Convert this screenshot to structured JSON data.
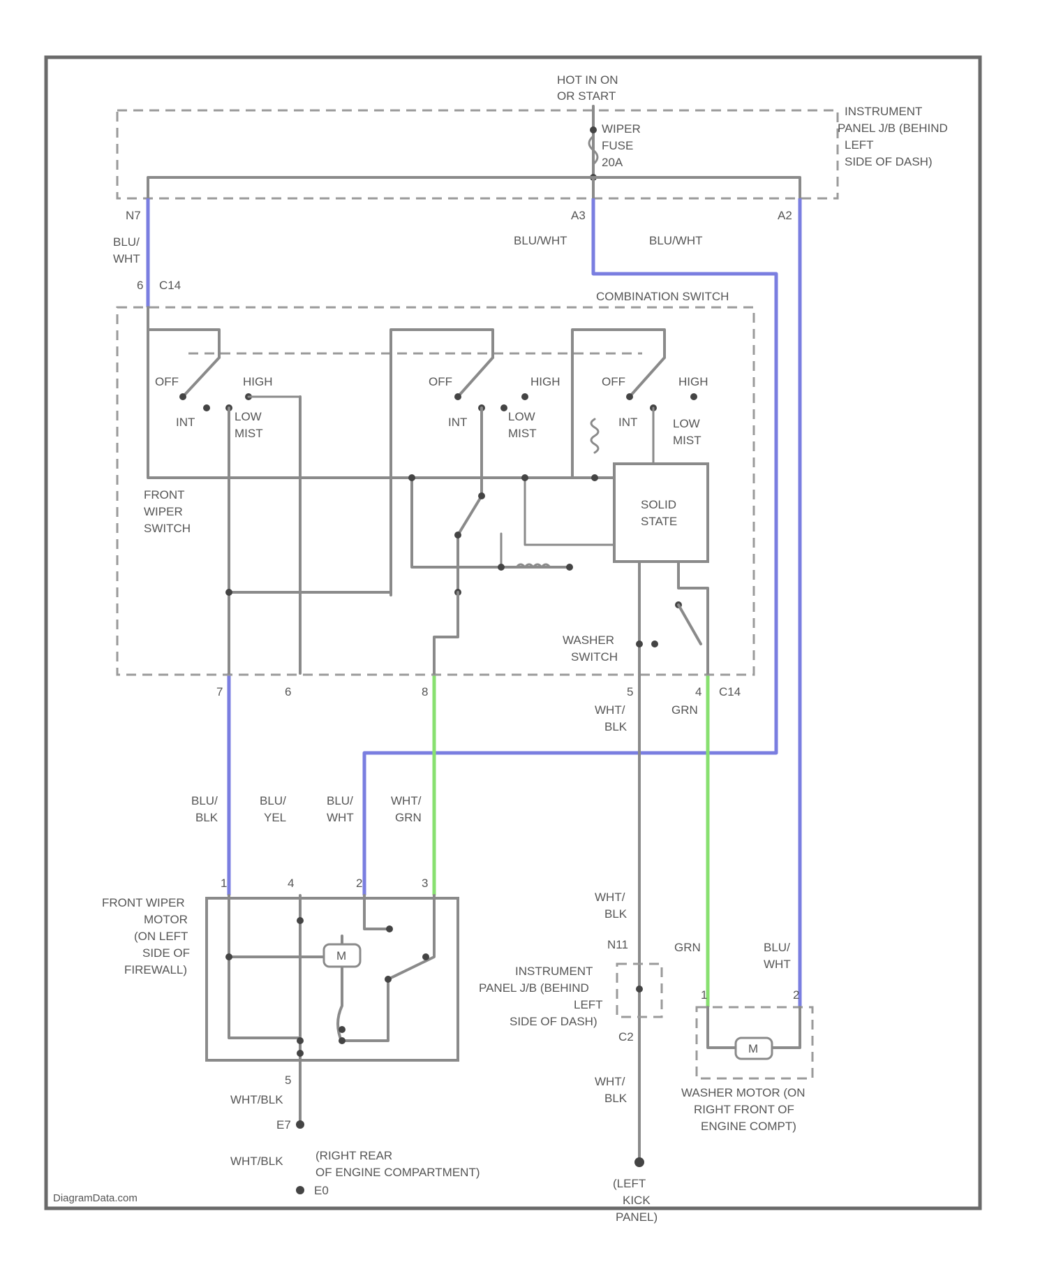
{
  "power": {
    "hot_label_1": "HOT IN ON",
    "hot_label_2": "OR START"
  },
  "fuse": {
    "line1": "WIPER",
    "line2": "FUSE",
    "line3": "20A"
  },
  "ip_jb_top": {
    "line1": "INSTRUMENT",
    "line2": "PANEL J/B (BEHIND",
    "line3": "LEFT",
    "line4": "SIDE OF DASH)"
  },
  "pins_top": {
    "n7": "N7",
    "a3": "A3",
    "a2": "A2"
  },
  "wire_colors": {
    "blu_wht_left_1": "BLU/",
    "blu_wht_left_2": "WHT",
    "blu_wht_mid": "BLU/WHT",
    "blu_wht_right": "BLU/WHT",
    "blu_blk_1": "BLU/",
    "blu_blk_2": "BLK",
    "blu_yel_1": "BLU/",
    "blu_yel_2": "YEL",
    "blu_wht_low_1": "BLU/",
    "blu_wht_low_2": "WHT",
    "wht_grn_1": "WHT/",
    "wht_grn_2": "GRN",
    "wht_blk_c14_1": "WHT/",
    "wht_blk_c14_2": "BLK",
    "grn_c14": "GRN",
    "wht_blk_right_1": "WHT/",
    "wht_blk_right_2": "BLK",
    "grn_low": "GRN",
    "blu_wht_washer_1": "BLU/",
    "blu_wht_washer_2": "WHT",
    "wht_blk_motor": "WHT/BLK",
    "wht_blk_ground": "WHT/BLK",
    "wht_blk_g2_1": "WHT/",
    "wht_blk_g2_2": "BLK"
  },
  "connectors": {
    "c14_top_pin": "6",
    "c14_top": "C14",
    "c14_bottom": "C14",
    "pin_7": "7",
    "pin_6": "6",
    "pin_8": "8",
    "pin_5": "5",
    "pin_4": "4",
    "motor_pins": [
      "1",
      "4",
      "2",
      "3"
    ],
    "motor_bottom_pin": "5",
    "n11": "N11",
    "c2": "C2",
    "washer_pin_1": "1",
    "washer_pin_2": "2",
    "e7": "E7",
    "e0": "E0"
  },
  "combination_switch": {
    "label": "COMBINATION SWITCH"
  },
  "front_wiper_switch": {
    "line1": "FRONT",
    "line2": "WIPER",
    "line3": "SWITCH",
    "positions": {
      "off": "OFF",
      "high": "HIGH",
      "int": "INT",
      "low1": "LOW",
      "low2": "MIST"
    }
  },
  "solid_state": {
    "line1": "SOLID",
    "line2": "STATE"
  },
  "washer_switch": {
    "line1": "WASHER",
    "line2": "SWITCH"
  },
  "front_wiper_motor": {
    "line1": "FRONT WIPER",
    "line2": "MOTOR",
    "line3": "(ON LEFT",
    "line4": "SIDE OF",
    "line5": "FIREWALL)"
  },
  "ip_jb_bottom": {
    "line1": "INSTRUMENT",
    "line2": "PANEL J/B (BEHIND",
    "line3": "LEFT",
    "line4": "SIDE OF DASH)"
  },
  "washer_motor": {
    "line1": "WASHER MOTOR (ON",
    "line2": "RIGHT FRONT OF",
    "line3": "ENGINE COMPT)"
  },
  "ground_right": {
    "line1": "(RIGHT REAR",
    "line2": "OF ENGINE COMPARTMENT)"
  },
  "ground_left": {
    "line1": "(LEFT",
    "line2": "KICK",
    "line3": "PANEL)"
  },
  "motor_symbol": "M",
  "watermark": "DiagramData.com"
}
